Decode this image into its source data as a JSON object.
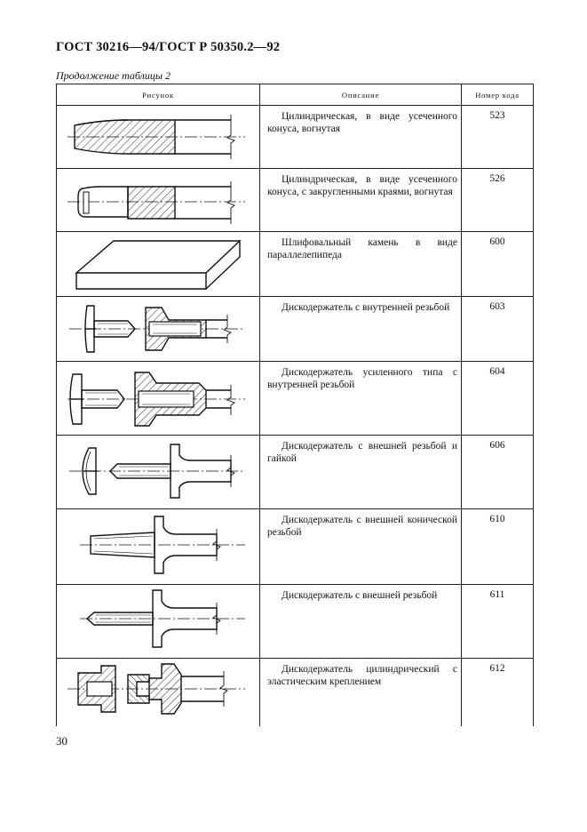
{
  "header": {
    "title": "ГОСТ 30216—94/ГОСТ Р 50350.2—92"
  },
  "subtitle": "Продолжение таблицы 2",
  "table": {
    "columns": [
      "Рисунок",
      "Описание",
      "Номер кода"
    ],
    "rows": [
      {
        "description": "Цилиндрическая, в виде усеченного конуса, вогнутая",
        "code": "523",
        "figure": "concave-truncated-cone"
      },
      {
        "description": "Цилиндрическая, в виде усеченного конуса, с закругленными краями, вогнутая",
        "code": "526",
        "figure": "rounded-concave-cone"
      },
      {
        "description": "Шлифовальный камень в виде параллелепипеда",
        "code": "600",
        "figure": "grinding-stone"
      },
      {
        "description": "Дискодержатель с внутренней резьбой",
        "code": "603",
        "figure": "disc-holder-internal-thread"
      },
      {
        "description": "Дискодержатель усиленного типа с внутренней резьбой",
        "code": "604",
        "figure": "reinforced-disc-holder"
      },
      {
        "description": "Дискодержатель с внешней резьбой и гайкой",
        "code": "606",
        "figure": "disc-holder-external-thread-nut"
      },
      {
        "description": "Дискодержатель с внешней конической резьбой",
        "code": "610",
        "figure": "disc-holder-conical-thread"
      },
      {
        "description": "Дискодержатель с внешней резьбой",
        "code": "611",
        "figure": "disc-holder-external-thread"
      },
      {
        "description": "Дискодержатель цилиндрический с эластическим креплением",
        "code": "612",
        "figure": "cylindrical-elastic-disc-holder"
      }
    ]
  },
  "page_number": "30"
}
